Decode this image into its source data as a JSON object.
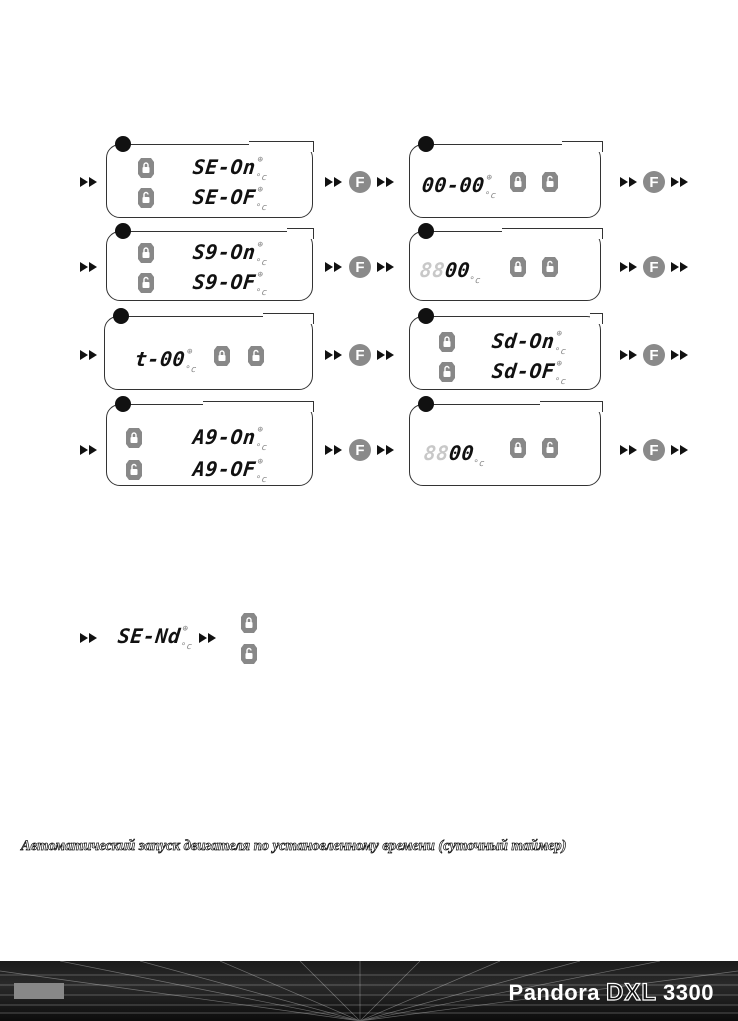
{
  "panels": [
    {
      "id": "1",
      "type": "two",
      "line1": "SE-On",
      "line2": "SE-OF"
    },
    {
      "id": "2",
      "type": "one",
      "line": "00-00"
    },
    {
      "id": "3",
      "type": "two",
      "line1": "S9-On",
      "line2": "S9-OF"
    },
    {
      "id": "4",
      "type": "one",
      "line": "00"
    },
    {
      "id": "5",
      "type": "one",
      "line": "t-00"
    },
    {
      "id": "6",
      "type": "two",
      "line1": "Sd-On",
      "line2": "Sd-OF"
    },
    {
      "id": "7",
      "type": "two",
      "line1": "A9-On",
      "line2": "A9-OF"
    },
    {
      "id": "8",
      "type": "one",
      "line": "00"
    }
  ],
  "f_label": "F",
  "send_display": "SE-Nd",
  "caption": "Автоматический запуск двигателя по установленному времени (суточный таймер)",
  "brand": {
    "prefix": "Pandora",
    "model": "DXL",
    "number": "3300"
  },
  "colors": {
    "lcd": "#111111",
    "ghost": "#c8c8c8",
    "f_button": "#8a8a8a",
    "footer": "#1b1b1b"
  }
}
